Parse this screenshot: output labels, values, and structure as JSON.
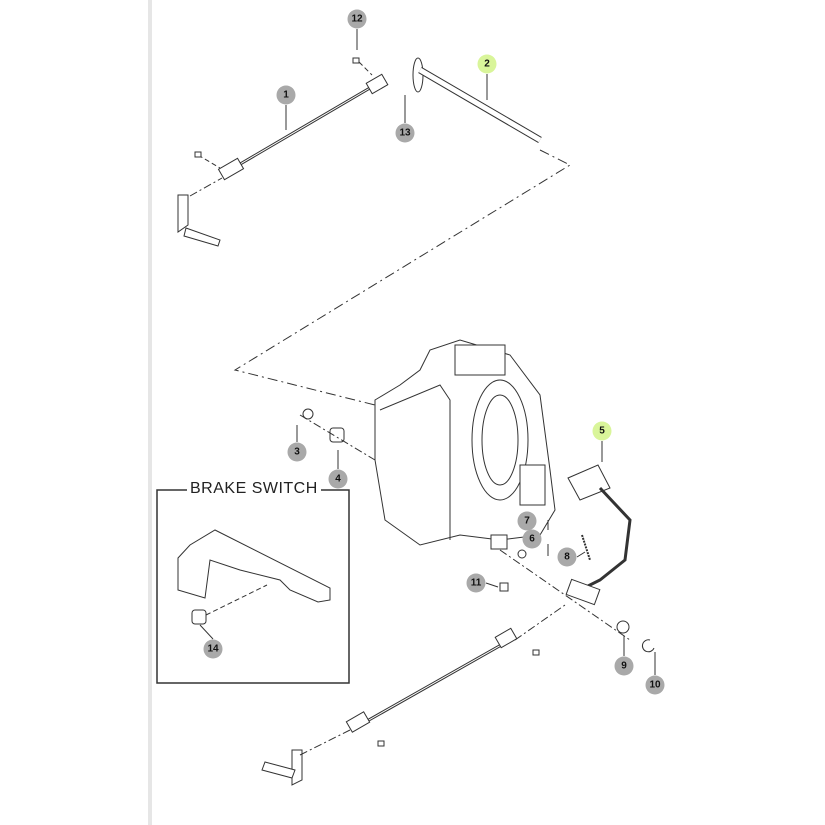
{
  "diagram": {
    "inset_title": "BRAKE SWITCH",
    "callouts": [
      {
        "label": "12",
        "highlighted": false
      },
      {
        "label": "2",
        "highlighted": true
      },
      {
        "label": "1",
        "highlighted": false
      },
      {
        "label": "13",
        "highlighted": false
      },
      {
        "label": "3",
        "highlighted": false
      },
      {
        "label": "4",
        "highlighted": false
      },
      {
        "label": "5",
        "highlighted": true
      },
      {
        "label": "7",
        "highlighted": false
      },
      {
        "label": "6",
        "highlighted": false
      },
      {
        "label": "8",
        "highlighted": false
      },
      {
        "label": "11",
        "highlighted": false
      },
      {
        "label": "9",
        "highlighted": false
      },
      {
        "label": "10",
        "highlighted": false
      },
      {
        "label": "14",
        "highlighted": false
      }
    ],
    "colors": {
      "callout": "#a9a9a9",
      "highlight": "#d9f59a",
      "line": "#333333"
    }
  }
}
